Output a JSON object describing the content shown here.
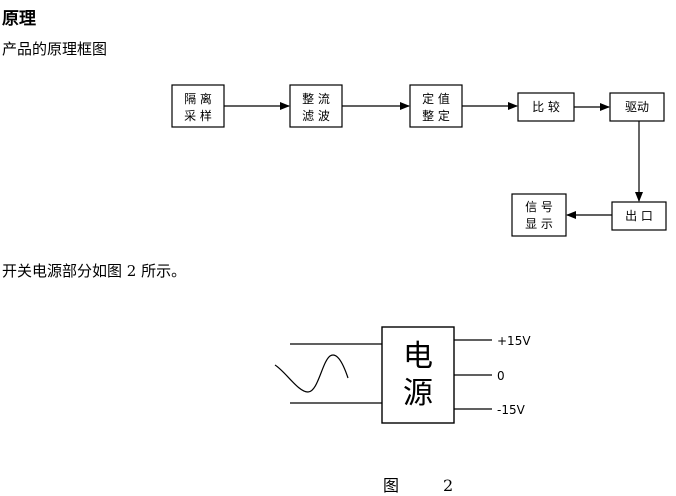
{
  "heading": "原理",
  "subtitle": "产品的原理框图",
  "blocks": {
    "isolate": {
      "line1": "隔 离",
      "line2": "采 样"
    },
    "rectify": {
      "line1": "整 流",
      "line2": "滤 波"
    },
    "setval": {
      "line1": "定 值",
      "line2": "整 定"
    },
    "compare": {
      "line1": "比 较"
    },
    "drive": {
      "line1": "驱动"
    },
    "output": {
      "line1": "出 口"
    },
    "signal": {
      "line1": "信 号",
      "line2": "显 示"
    }
  },
  "switch_caption": "开关电源部分如图 2 所示。",
  "psu": {
    "label_line1": "电",
    "label_line2": "源",
    "rail_pos": "+15V",
    "rail_zero": "0",
    "rail_neg": "-15V"
  },
  "figure_caption": {
    "prefix": "图",
    "number": "2"
  }
}
